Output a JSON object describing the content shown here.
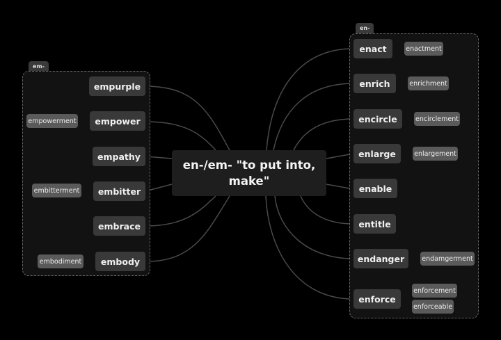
{
  "center": {
    "label": "en-/em- \"to put into, make\""
  },
  "groups": {
    "em": {
      "tab": "em-",
      "items": [
        {
          "word": "empurple",
          "derived": []
        },
        {
          "word": "empower",
          "derived": [
            "empowerment"
          ]
        },
        {
          "word": "empathy",
          "derived": []
        },
        {
          "word": "embitter",
          "derived": [
            "embitterment"
          ]
        },
        {
          "word": "embrace",
          "derived": []
        },
        {
          "word": "embody",
          "derived": [
            "embodiment"
          ]
        }
      ]
    },
    "en": {
      "tab": "en-",
      "items": [
        {
          "word": "enact",
          "derived": [
            "enactment"
          ]
        },
        {
          "word": "enrich",
          "derived": [
            "enrichment"
          ]
        },
        {
          "word": "encircle",
          "derived": [
            "encirclement"
          ]
        },
        {
          "word": "enlarge",
          "derived": [
            "enlargement"
          ]
        },
        {
          "word": "enable",
          "derived": []
        },
        {
          "word": "entitle",
          "derived": []
        },
        {
          "word": "endanger",
          "derived": [
            "endamgerment"
          ]
        },
        {
          "word": "enforce",
          "derived": [
            "enforcement",
            "enforceable"
          ]
        }
      ]
    }
  },
  "colors": {
    "background": "#000000",
    "group_bg": "#121212",
    "node": "#393939",
    "sub_node": "#5a5a5a",
    "center": "#1e1e1e",
    "connector": "#4a4a4a"
  }
}
